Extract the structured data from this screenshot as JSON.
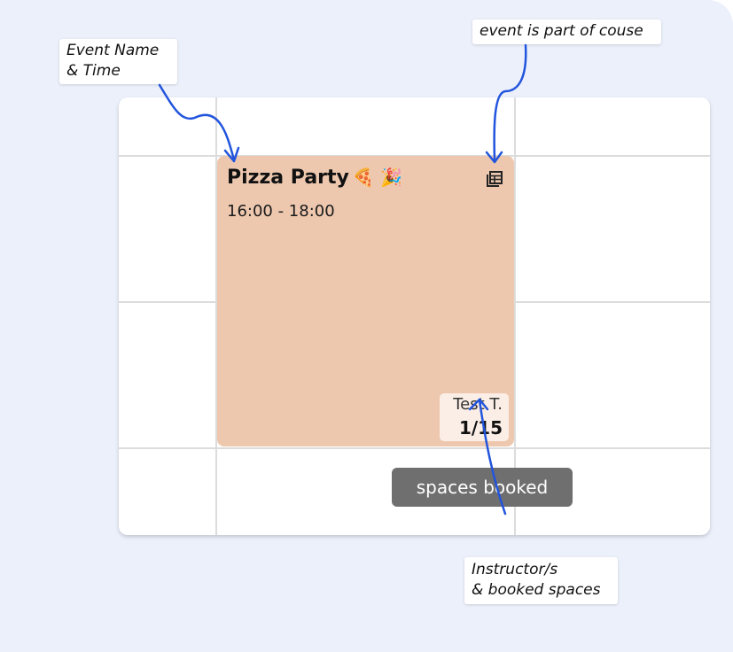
{
  "annotations": {
    "event_name_time": {
      "line1": "Event Name",
      "line2": "& Time"
    },
    "course": "event is part of couse",
    "instructor": {
      "line1": "Instructor/s",
      "line2": "& booked spaces"
    }
  },
  "event": {
    "title": "Pizza Party",
    "emojis": "🍕 🎉",
    "time": "16:00 - 18:00",
    "instructor": "Test T.",
    "spaces": "1/15",
    "color": "#edc8af",
    "course_icon": "layers-icon"
  },
  "tooltip": "spaces booked",
  "colors": {
    "arrow": "#2255dd",
    "background": "#ecf0fb"
  }
}
